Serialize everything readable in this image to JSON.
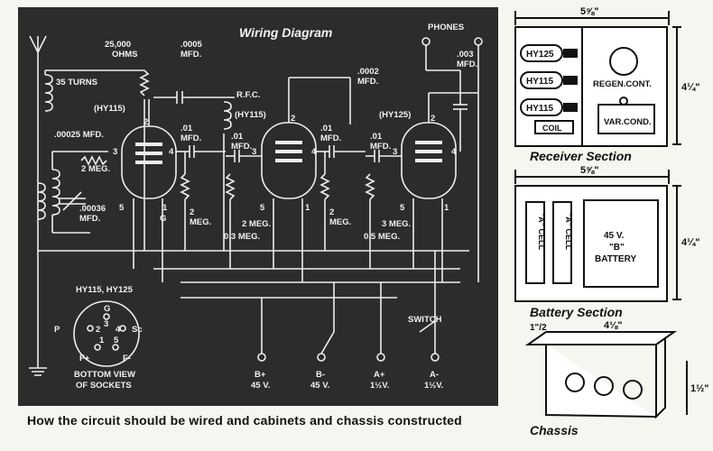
{
  "wiring": {
    "title": "Wiring Diagram",
    "phones": "PHONES",
    "switch": "SWITCH",
    "ant_coil": "35 TURNS",
    "c_grid": ".00025 MFD.",
    "r_grid": "2 MEG.",
    "c_tune": ".00036",
    "c_tune_unit": "MFD.",
    "pot_val": "25,000",
    "pot_unit": "OHMS",
    "c_regen_top": ".0005",
    "c_regen_unit": "MFD.",
    "rfc": "R.F.C.",
    "c_0002": ".0002",
    "c_0002_unit": "MFD.",
    "c_003": ".003",
    "c_003_unit": "MFD.",
    "tube1": "(HY115)",
    "tube2": "(HY115)",
    "tube3": "(HY125)",
    "c01": ".01",
    "c01_unit": "MFD.",
    "r2": "2",
    "r2_unit": "MEG.",
    "r_2meg": "2 MEG.",
    "r_03": "0.3 MEG.",
    "r_3meg": "3 MEG.",
    "r_05": "0.5 MEG.",
    "pins": [
      "1",
      "2",
      "3",
      "4",
      "5"
    ],
    "g": "G",
    "socket_title": "HY115, HY125",
    "socket_pins": {
      "g": "G",
      "p": "P",
      "sc": "Sc",
      "fplus": "F+",
      "fminus": "F-",
      "p1": "1",
      "p2": "2",
      "p3": "3",
      "p4": "4",
      "p5": "5"
    },
    "socket_caption1": "BOTTOM VIEW",
    "socket_caption2": "OF SOCKETS",
    "terminals": [
      {
        "label": "B+",
        "value": "45 V."
      },
      {
        "label": "B-",
        "value": "45 V."
      },
      {
        "label": "A+",
        "value": "1½V."
      },
      {
        "label": "A-",
        "value": "1½V."
      }
    ]
  },
  "receiver": {
    "width": "5⅝\"",
    "height": "4¼\"",
    "tubes": [
      "HY125",
      "HY115",
      "HY115"
    ],
    "coil": "COIL",
    "regen": "REGEN.CONT.",
    "varcond": "VAR.COND.",
    "title": "Receiver Section"
  },
  "battery": {
    "width": "5⅝\"",
    "height": "4¼\"",
    "cell1": "\"A\" CELL",
    "cell2": "\"A\" CELL",
    "b1": "45 V.",
    "b2": "\"B\"",
    "b3": "BATTERY",
    "title": "Battery Section"
  },
  "chassis": {
    "dim_small": "1\"/2",
    "dim_len": "4⅛\"",
    "dim_h": "1½\"",
    "title": "Chassis"
  },
  "caption": "How the circuit should be wired and cabinets and chassis constructed"
}
